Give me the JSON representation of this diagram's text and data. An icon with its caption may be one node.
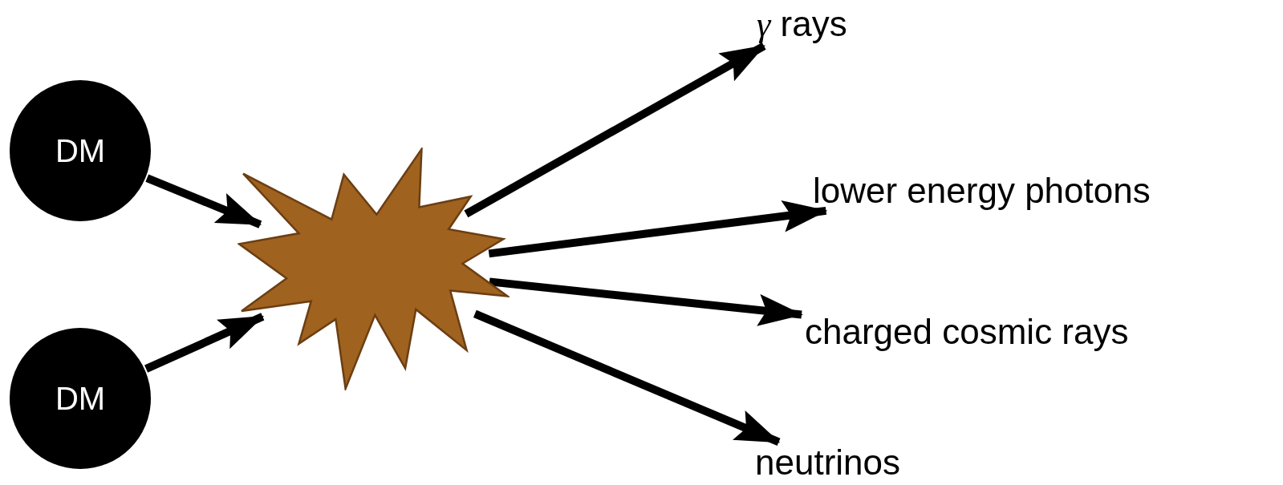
{
  "diagram": {
    "nodes": [
      {
        "text": [
          "DM"
        ]
      },
      {
        "text": [
          "DM"
        ]
      },
      {
        "text": [],
        "shape": "star"
      },
      {
        "text": [
          "*γ* rays"
        ]
      },
      {
        "text": [
          "lower energy photons"
        ]
      },
      {
        "text": [
          "charged cosmic rays"
        ]
      },
      {
        "text": [
          "neutrinos"
        ]
      }
    ],
    "edges": [
      {
        "from": 0,
        "to": 2,
        "arrow": "to"
      },
      {
        "from": 1,
        "to": 2,
        "arrow": "to"
      },
      {
        "from": 2,
        "to": 3,
        "arrow": "to"
      },
      {
        "from": 2,
        "to": 4,
        "arrow": "to"
      },
      {
        "from": 2,
        "to": 5,
        "arrow": "to"
      },
      {
        "from": 2,
        "to": 6,
        "arrow": "to"
      }
    ]
  }
}
